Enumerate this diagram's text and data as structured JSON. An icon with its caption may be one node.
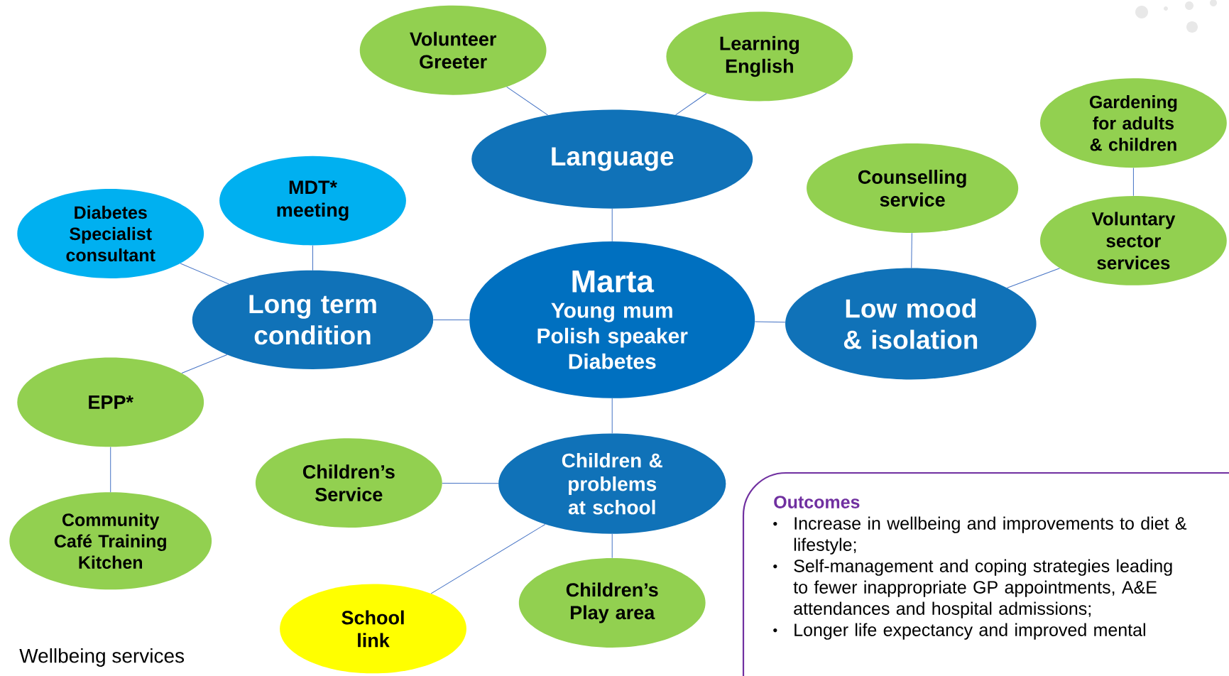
{
  "diagram": {
    "nodes": [
      {
        "text": [
          "Marta",
          "Young mum Polish speaker Diabetes"
        ]
      },
      {
        "text": [
          "Language"
        ]
      },
      {
        "text": [
          "Volunteer Greeter"
        ]
      },
      {
        "text": [
          "Learning English"
        ]
      },
      {
        "text": [
          "Long term condition"
        ]
      },
      {
        "text": [
          "MDT* meeting"
        ]
      },
      {
        "text": [
          "Diabetes Specialist consultant"
        ]
      },
      {
        "text": [
          "EPP*"
        ]
      },
      {
        "text": [
          "Community Café Training Kitchen"
        ]
      },
      {
        "text": [
          "Low mood & isolation"
        ]
      },
      {
        "text": [
          "Counselling service"
        ]
      },
      {
        "text": [
          "Gardening for adults & children"
        ]
      },
      {
        "text": [
          "Voluntary sector services"
        ]
      },
      {
        "text": [
          "Children & problems at school"
        ]
      },
      {
        "text": [
          "Children’s Service"
        ]
      },
      {
        "text": [
          "Children’s Play area"
        ]
      },
      {
        "text": [
          "School link"
        ]
      },
      {
        "text": [
          "Outcomes",
          "Increase in wellbeing and improvements to diet & lifestyle;",
          "Self-management and coping strategies leading to fewer inappropriate GP appointments, A&E attendances and hospital admissions;",
          "Longer life expectancy and improved mental"
        ]
      }
    ],
    "edges": [
      {
        "from": 0,
        "to": 1,
        "arrow": "none"
      },
      {
        "from": 1,
        "to": 2,
        "arrow": "none"
      },
      {
        "from": 1,
        "to": 3,
        "arrow": "none"
      },
      {
        "from": 0,
        "to": 4,
        "arrow": "none"
      },
      {
        "from": 4,
        "to": 5,
        "arrow": "none"
      },
      {
        "from": 4,
        "to": 6,
        "arrow": "none"
      },
      {
        "from": 4,
        "to": 7,
        "arrow": "none"
      },
      {
        "from": 7,
        "to": 8,
        "arrow": "none"
      },
      {
        "from": 0,
        "to": 9,
        "arrow": "none"
      },
      {
        "from": 9,
        "to": 10,
        "arrow": "none"
      },
      {
        "from": 9,
        "to": 12,
        "arrow": "none"
      },
      {
        "from": 12,
        "to": 11,
        "arrow": "none"
      },
      {
        "from": 0,
        "to": 13,
        "arrow": "none"
      },
      {
        "from": 13,
        "to": 14,
        "arrow": "none"
      },
      {
        "from": 13,
        "to": 15,
        "arrow": "none"
      },
      {
        "from": 13,
        "to": 16,
        "arrow": "none"
      }
    ],
    "labels": [
      "Wellbeing services"
    ]
  }
}
